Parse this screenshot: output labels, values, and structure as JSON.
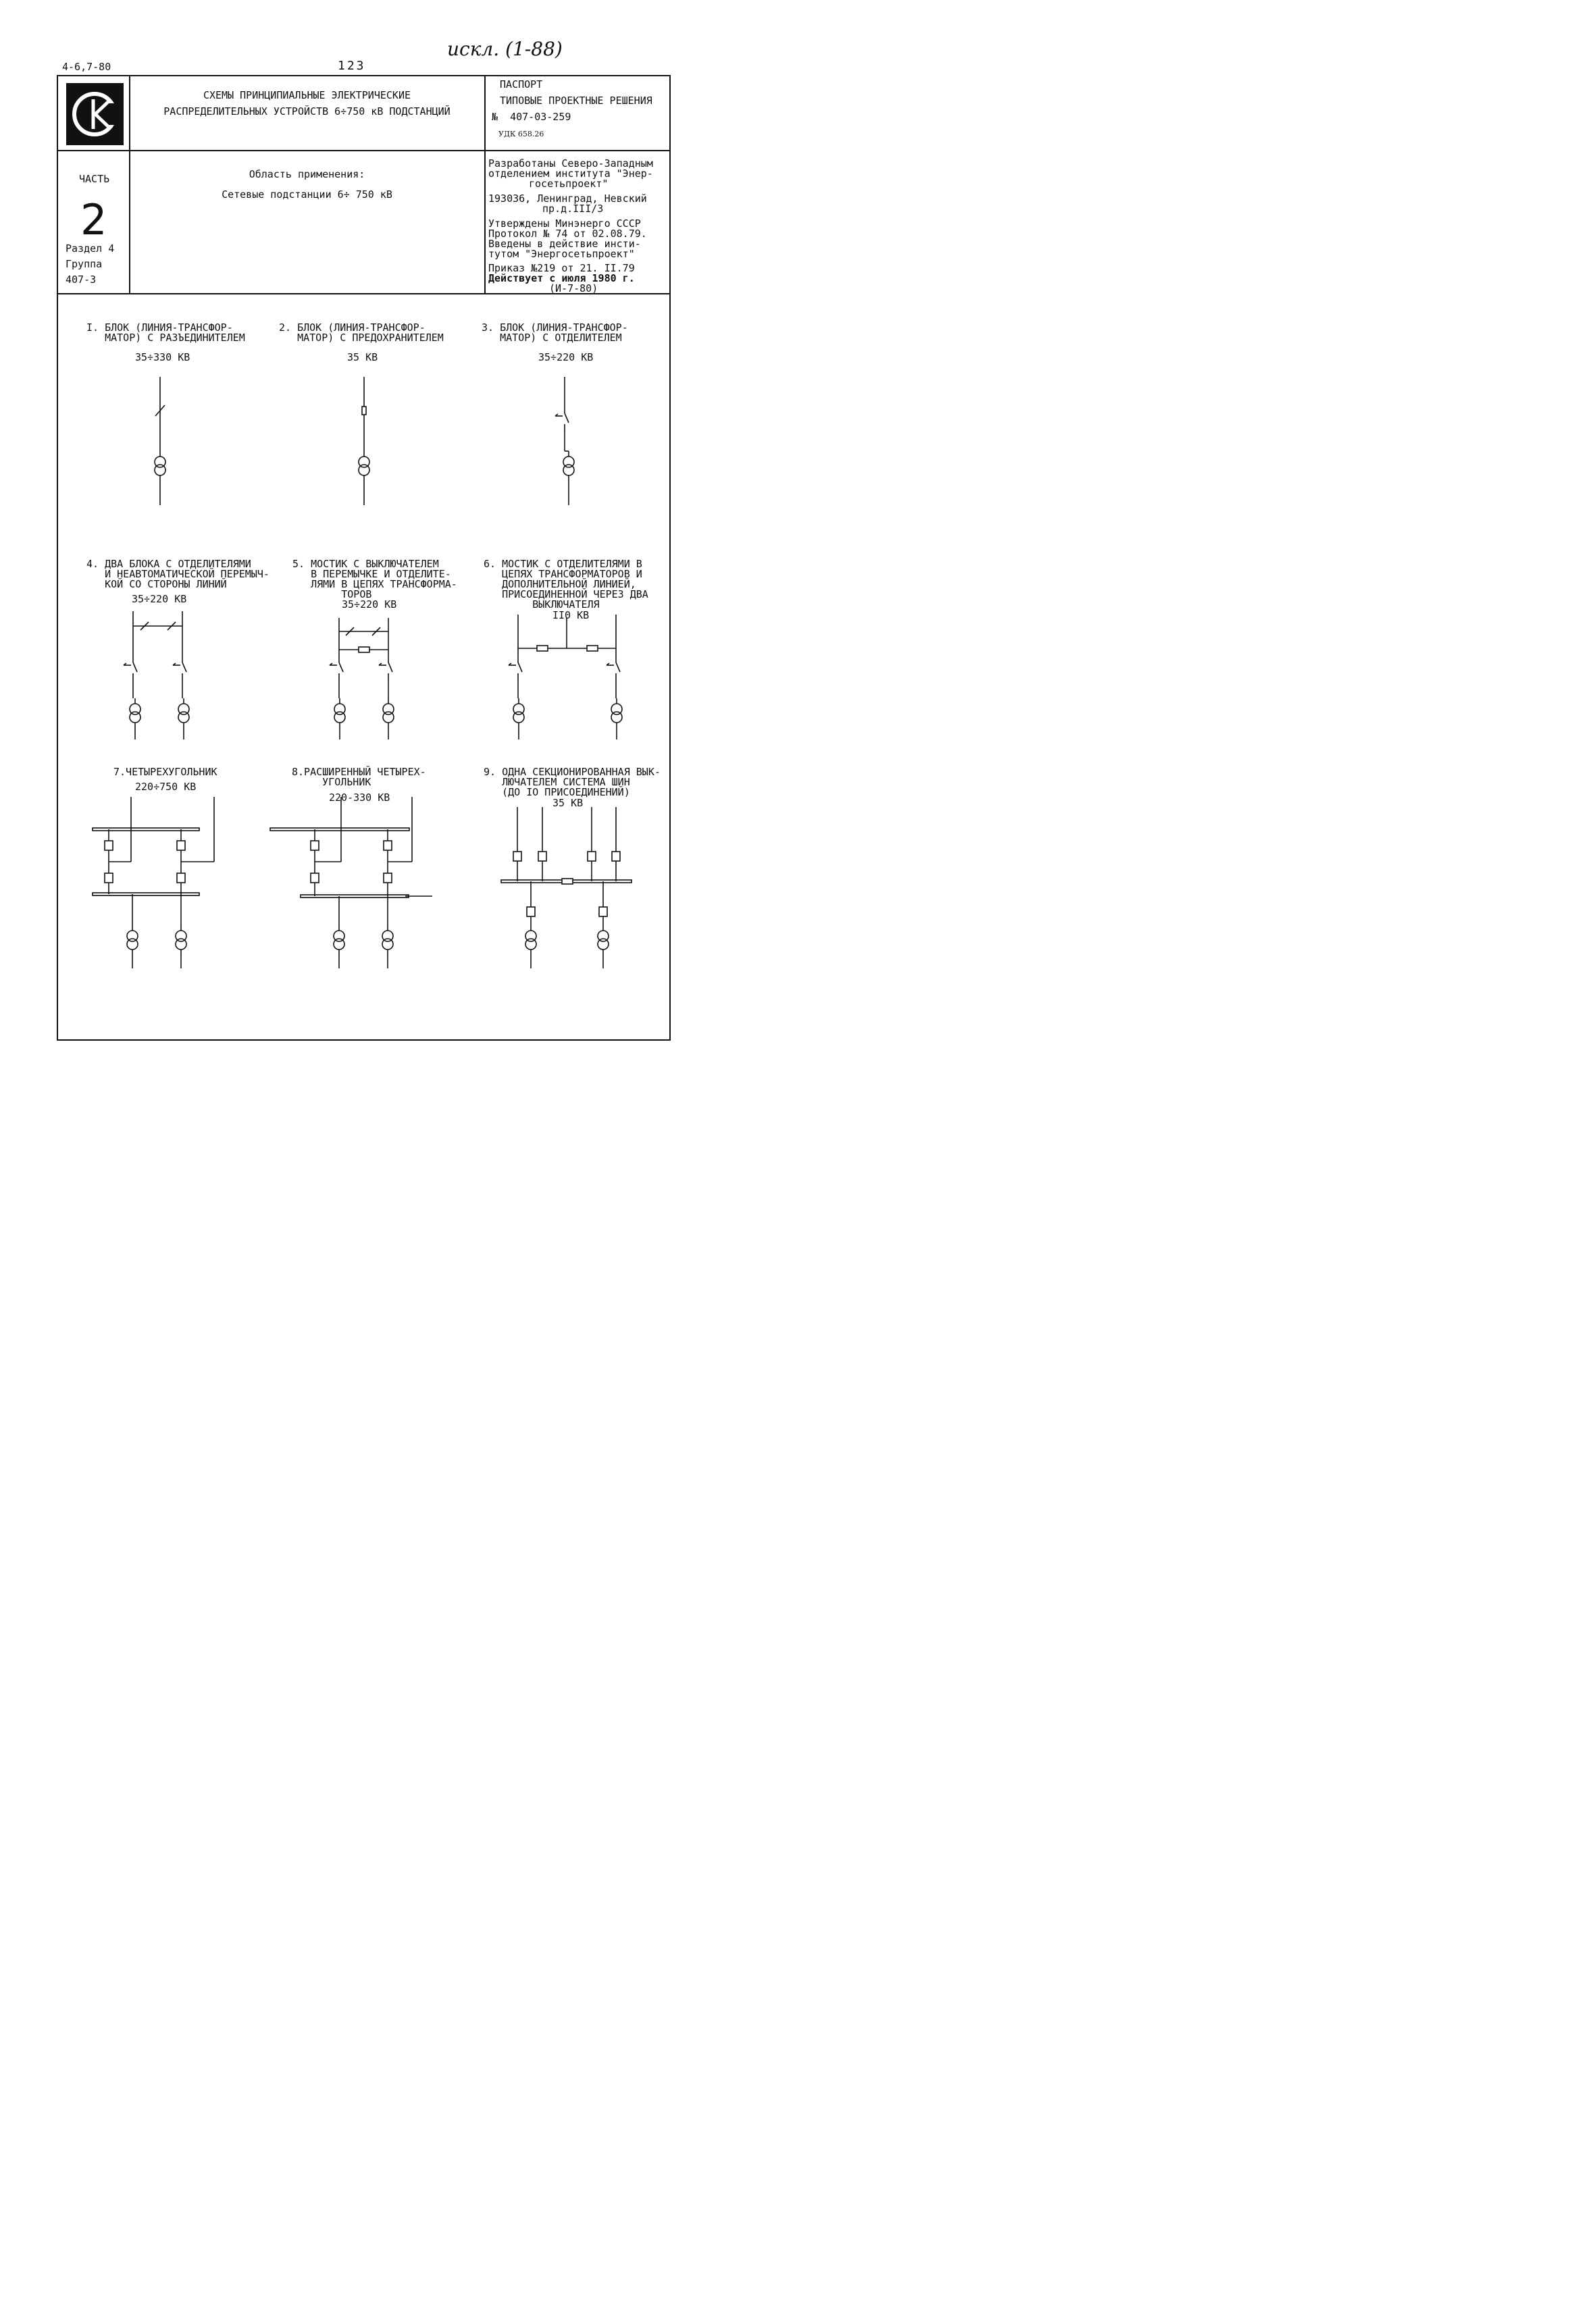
{
  "top": {
    "code": "4-6,7-80",
    "page_number": "123",
    "handwritten_note": "искл. (1-88)"
  },
  "header": {
    "title_lines": [
      "СХЕМЫ ПРИНЦИПИАЛЬНЫЕ ЭЛЕКТРИЧЕСКИЕ",
      "РАСПРЕДЕЛИТЕЛЬНЫХ УСТРОЙСТВ 6÷750 кВ ПОДСТАНЦИЙ"
    ],
    "passport_lines": [
      "ПАСПОРТ",
      "ТИПОВЫЕ ПРОЕКТНЫЕ РЕШЕНИЯ",
      "№  407-03-259"
    ],
    "udk": "УДК 658.26"
  },
  "part": {
    "label": "ЧАСТЬ",
    "number": "2",
    "section": "Раздел 4",
    "group_label": "Группа",
    "group": "407-3"
  },
  "application": {
    "label": "Область применения:",
    "value": "Сетевые подстанции 6÷ 750 кВ"
  },
  "info_lines": [
    "Разработаны Северо-Западным",
    "отделением института \"Энер-",
    "госетьпроект\"",
    "193036, Ленинград, Невский",
    "пр.д.III/3",
    "Утверждены Минэнерго СССР",
    "Протокол № 74 от 02.08.79.",
    "Введены в действие инсти-",
    "тутом \"Энергосетьпроект\"",
    "Приказ №219 от 21. II.79",
    "Действует с июля 1980 г.",
    "(И-7-80)"
  ],
  "schemes": [
    {
      "lines": [
        "I. БЛОК (ЛИНИЯ-ТРАНСФОР-",
        "   МАТОР) С РАЗЪЕДИНИТЕЛЕМ"
      ],
      "voltage": "35÷330 КВ"
    },
    {
      "lines": [
        "2. БЛОК (ЛИНИЯ-ТРАНСФОР-",
        "   МАТОР) С ПРЕДОХРАНИТЕЛЕМ"
      ],
      "voltage": "35 КВ"
    },
    {
      "lines": [
        "3. БЛОК (ЛИНИЯ-ТРАНСФОР-",
        "   МАТОР) С ОТДЕЛИТЕЛЕМ"
      ],
      "voltage": "35÷220 КВ"
    },
    {
      "lines": [
        "4. ДВА БЛОКА С ОТДЕЛИТЕЛЯМИ",
        "   И НЕАВТОМАТИЧЕСКОЙ ПЕРЕМЫЧ-",
        "   КОЙ СО СТОРОНЫ ЛИНИЙ"
      ],
      "voltage": "35÷220 КВ"
    },
    {
      "lines": [
        "5. МОСТИК С ВЫКЛЮЧАТЕЛЕМ",
        "   В ПЕРЕМЫЧКЕ И ОТДЕЛИТЕ-",
        "   ЛЯМИ В ЦЕПЯХ ТРАНСФОРМА-",
        "        ТОРОВ"
      ],
      "voltage": "35÷220 КВ"
    },
    {
      "lines": [
        "6. МОСТИК С ОТДЕЛИТЕЛЯМИ В",
        "   ЦЕПЯХ ТРАНСФОРМАТОРОВ И",
        "   ДОПОЛНИТЕЛЬНОЙ ЛИНИЕЙ,",
        "   ПРИСОЕДИНЕННОЙ ЧЕРЕЗ ДВА",
        "        ВЫКЛЮЧАТЕЛЯ"
      ],
      "voltage": "II0 КВ"
    },
    {
      "lines": [
        "7.ЧЕТЫРЕХУГОЛЬНИК"
      ],
      "voltage": "220÷750 КВ"
    },
    {
      "lines": [
        "8.РАСШИРЕННЫЙ ЧЕТЫРЕХ-",
        "     УГОЛЬНИК"
      ],
      "voltage": "220-330 КВ"
    },
    {
      "lines": [
        "9. ОДНА СЕКЦИОНИРОВАННАЯ ВЫК-",
        "   ЛЮЧАТЕЛЕМ СИСТЕМА ШИН",
        "   (ДО IO ПРИСОЕДИНЕНИЙ)"
      ],
      "voltage": "35 КВ"
    }
  ]
}
